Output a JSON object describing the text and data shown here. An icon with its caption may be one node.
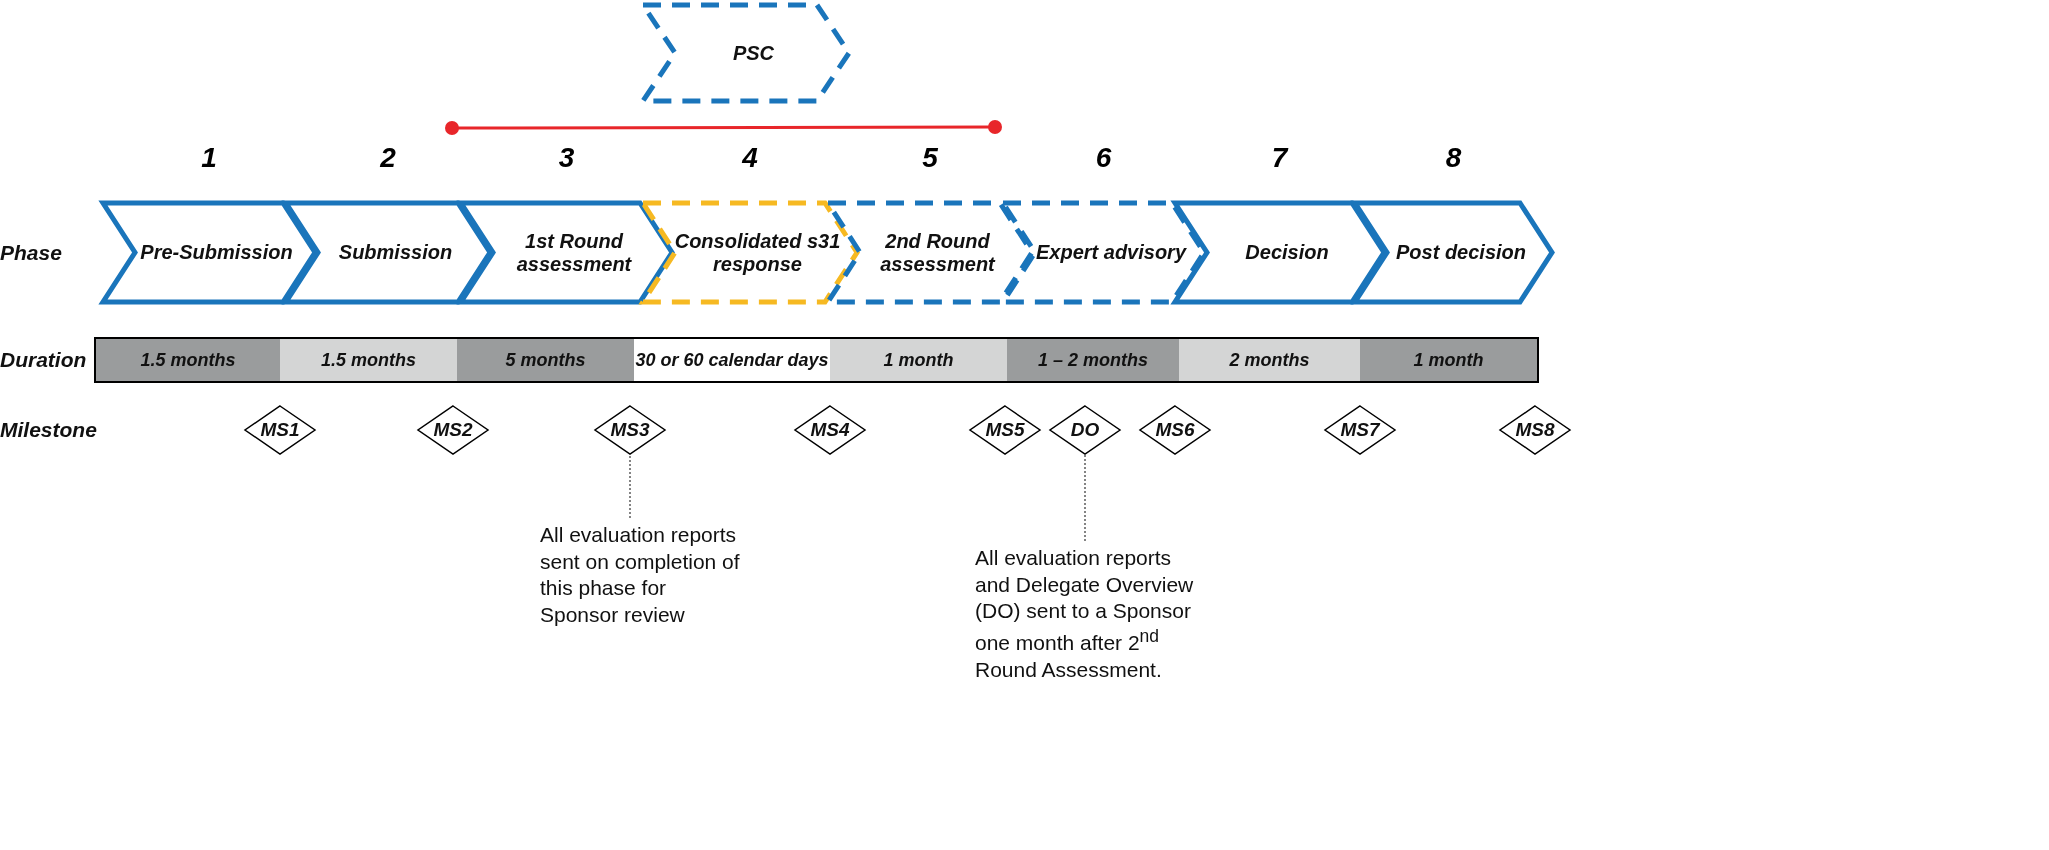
{
  "diagram": {
    "nodes": [
      {
        "text": [
          "PSC"
        ]
      },
      {
        "text": [
          "Pre-Submission"
        ],
        "beside": [
          "1"
        ]
      },
      {
        "text": [
          "Submission"
        ],
        "beside": [
          "2"
        ]
      },
      {
        "text": [
          "1st Round assessment"
        ],
        "beside": [
          "3"
        ]
      },
      {
        "text": [
          "Consolidated s31 response"
        ],
        "beside": [
          "4"
        ]
      },
      {
        "text": [
          "2nd Round assessment"
        ],
        "beside": [
          "5"
        ]
      },
      {
        "text": [
          "Expert advisory"
        ],
        "beside": [
          "6"
        ]
      },
      {
        "text": [
          "Decision"
        ],
        "beside": [
          "7"
        ]
      },
      {
        "text": [
          "Post decision"
        ],
        "beside": [
          "8"
        ]
      },
      {
        "text": [],
        "shape": "bar"
      },
      {
        "text": [
          "1.5 months"
        ],
        "in": 9
      },
      {
        "text": [
          "1.5 months"
        ],
        "in": 9
      },
      {
        "text": [
          "5 months"
        ],
        "in": 9
      },
      {
        "text": [
          "30 or 60 calendar days"
        ],
        "in": 9
      },
      {
        "text": [
          "1 month"
        ],
        "in": 9
      },
      {
        "text": [
          "1 – 2 months"
        ],
        "in": 9
      },
      {
        "text": [
          "2 months"
        ],
        "in": 9
      },
      {
        "text": [
          "1 month"
        ],
        "in": 9
      },
      {
        "text": [
          "MS1"
        ]
      },
      {
        "text": [
          "MS2"
        ]
      },
      {
        "text": [
          "MS3"
        ]
      },
      {
        "text": [
          "MS4"
        ]
      },
      {
        "text": [
          "MS5"
        ]
      },
      {
        "text": [
          "DO"
        ]
      },
      {
        "text": [
          "MS6"
        ]
      },
      {
        "text": [
          "MS7"
        ]
      },
      {
        "text": [
          "MS8"
        ]
      },
      {
        "text": [
          "All evaluation reports sent on completion of this phase for Sponsor review"
        ]
      },
      {
        "text": [
          "All evaluation reports and Delegate Overview (DO) sent to a Sponsor one month after 2$^{nd}$ Round Assessment."
        ]
      }
    ],
    "edges": [
      {
        "from": 27,
        "to": 20,
        "arrow": "none",
        "style": "dashed"
      },
      {
        "from": 28,
        "to": 23,
        "arrow": "none",
        "style": "dashed"
      }
    ],
    "labels": [
      "Phase",
      "Duration",
      "Milestone"
    ]
  }
}
